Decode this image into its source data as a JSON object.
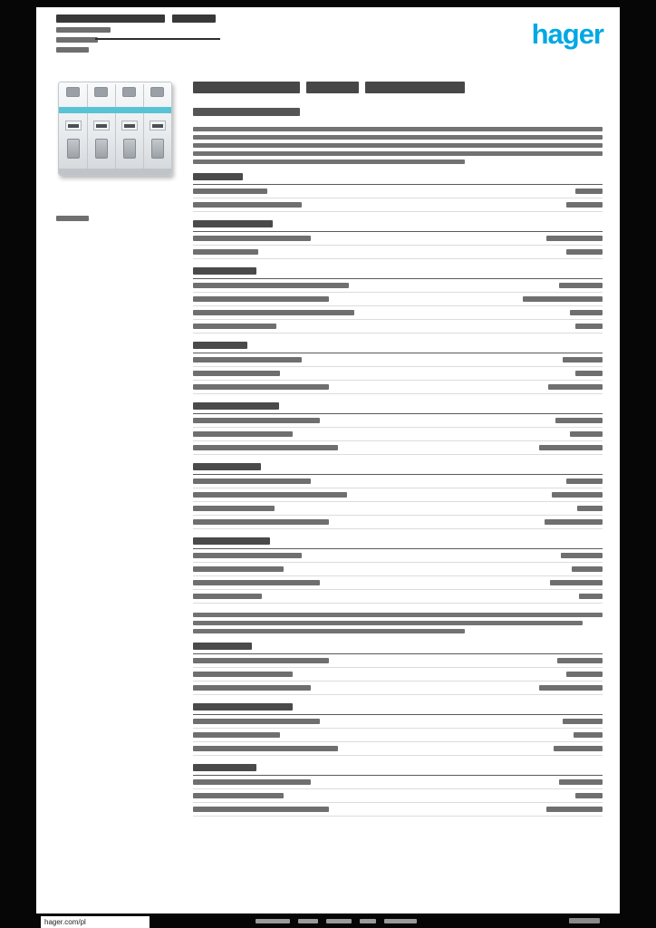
{
  "brand": {
    "logo_text": "hager",
    "brand_color": "#00a8e4"
  },
  "footer": {
    "site_url": "hager.com/pl"
  },
  "product_image": {
    "alt": "4-pole miniature circuit breaker photo",
    "stripe_color": "#58c3d4"
  },
  "redacted": {
    "header_title_bars": [
      120,
      48
    ],
    "header_sub_bars": [
      60,
      46,
      36
    ],
    "title_bars": [
      118,
      58,
      110
    ],
    "subtitle_bar": 118,
    "intro_lines": [
      452,
      452,
      452,
      452,
      300
    ],
    "caption_bar": 36,
    "sections": [
      {
        "header": 55,
        "rows": [
          [
            82,
            30
          ],
          [
            120,
            40
          ]
        ]
      },
      {
        "header": 88,
        "rows": [
          [
            130,
            62
          ],
          [
            72,
            40
          ]
        ]
      },
      {
        "header": 70,
        "rows": [
          [
            172,
            48
          ],
          [
            150,
            88
          ],
          [
            178,
            36
          ],
          [
            92,
            30
          ]
        ]
      },
      {
        "header": 60,
        "rows": [
          [
            120,
            44
          ],
          [
            96,
            30
          ],
          [
            150,
            60
          ]
        ]
      },
      {
        "header": 95,
        "rows": [
          [
            140,
            52
          ],
          [
            110,
            36
          ],
          [
            160,
            70
          ]
        ]
      },
      {
        "header": 75,
        "rows": [
          [
            130,
            40
          ],
          [
            170,
            56
          ],
          [
            90,
            28
          ],
          [
            150,
            64
          ]
        ]
      },
      {
        "header": 85,
        "rows": [
          [
            120,
            46
          ],
          [
            100,
            34
          ],
          [
            140,
            58
          ],
          [
            76,
            26
          ]
        ]
      },
      {
        "header": 65,
        "rows": [
          [
            150,
            50
          ],
          [
            110,
            40
          ],
          [
            130,
            70
          ]
        ]
      },
      {
        "header": 110,
        "rows": [
          [
            140,
            44
          ],
          [
            96,
            32
          ],
          [
            160,
            54
          ]
        ]
      },
      {
        "header": 70,
        "rows": [
          [
            130,
            48
          ],
          [
            100,
            30
          ],
          [
            150,
            62
          ]
        ]
      }
    ],
    "note_after_section_index": 6,
    "note_lines": [
      452,
      430,
      300
    ],
    "footer_center_bars": [
      38,
      22,
      28,
      18,
      36
    ],
    "footer_right_bar": 34
  }
}
